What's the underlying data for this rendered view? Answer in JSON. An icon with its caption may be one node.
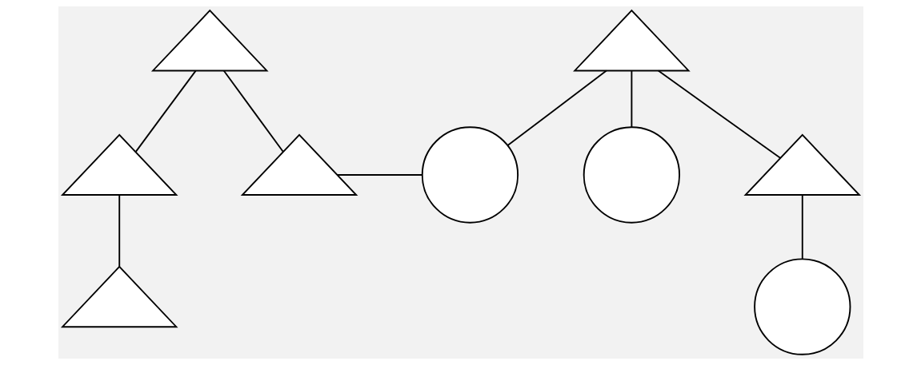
{
  "diagram": {
    "nodes": [
      {
        "text": [],
        "shape": "triangle"
      },
      {
        "text": [],
        "shape": "triangle"
      },
      {
        "text": [],
        "shape": "triangle"
      },
      {
        "text": [],
        "shape": "triangle"
      },
      {
        "text": [],
        "shape": "circle"
      },
      {
        "text": [],
        "shape": "circle"
      },
      {
        "text": [],
        "shape": "triangle"
      },
      {
        "text": [],
        "shape": "triangle"
      },
      {
        "text": [],
        "shape": "circle"
      }
    ],
    "edges": [
      {
        "from": 0,
        "to": 2,
        "arrow": "none"
      },
      {
        "from": 0,
        "to": 3,
        "arrow": "none"
      },
      {
        "from": 1,
        "to": 4,
        "arrow": "none"
      },
      {
        "from": 1,
        "to": 5,
        "arrow": "none"
      },
      {
        "from": 1,
        "to": 6,
        "arrow": "none"
      },
      {
        "from": 3,
        "to": 4,
        "arrow": "none"
      },
      {
        "from": 2,
        "to": 7,
        "arrow": "none"
      },
      {
        "from": 6,
        "to": 8,
        "arrow": "none"
      }
    ]
  }
}
